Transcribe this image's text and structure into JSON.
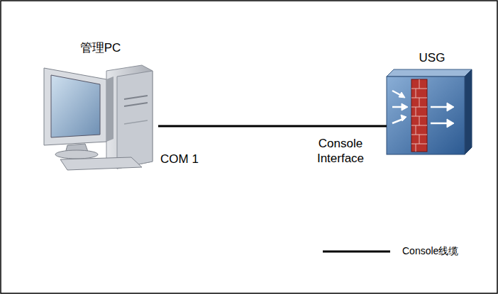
{
  "diagram": {
    "nodes": [
      {
        "text": [
          "管理PC"
        ]
      },
      {
        "text": [
          "USG"
        ]
      }
    ],
    "edges": [
      {
        "from": 0,
        "to": 1,
        "arrow": "none"
      }
    ],
    "labels": [
      "COM 1",
      "Console Interface"
    ],
    "legend": [
      {
        "text": "Console线缆"
      }
    ]
  }
}
